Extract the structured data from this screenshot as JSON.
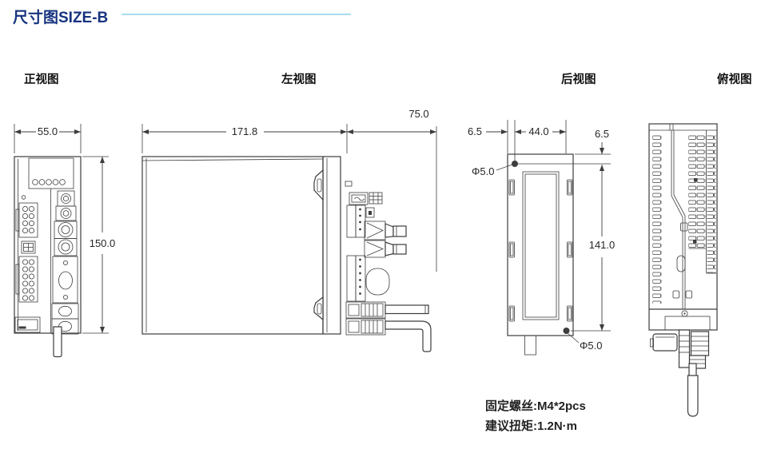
{
  "header": {
    "title": "尺寸图SIZE-B"
  },
  "views": {
    "front": {
      "label": "正视图",
      "width_dim": "55.0",
      "height_dim": "150.0"
    },
    "left": {
      "label": "左视图",
      "width_dim": "171.8",
      "depth_dim": "75.0"
    },
    "rear": {
      "label": "后视图",
      "edge_dim": "6.5",
      "spacing_dim": "44.0",
      "top_dim": "6.5",
      "height_dim": "141.0",
      "hole_top": "Φ5.0",
      "hole_bottom": "Φ5.0"
    },
    "top": {
      "label": "俯视图"
    }
  },
  "notes": {
    "line1": "固定螺丝:M4*2pcs",
    "line2": "建议扭矩:1.2N·m"
  },
  "colors": {
    "title": "#16337f",
    "rule": "#aadcf2",
    "line": "#3d3d3d",
    "text": "#262626"
  }
}
